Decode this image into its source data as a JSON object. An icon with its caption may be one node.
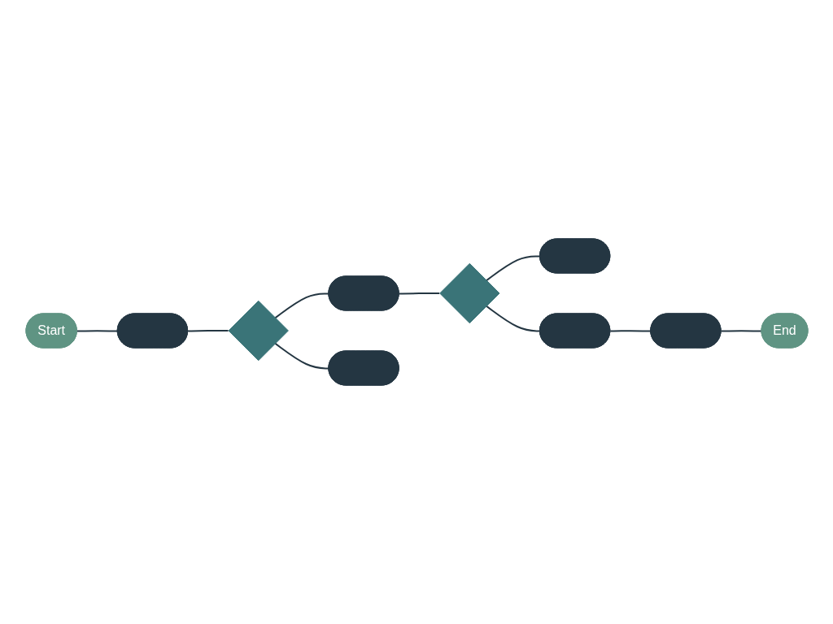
{
  "diagram": {
    "nodes": [
      {
        "text": [
          "Start"
        ]
      },
      {
        "text": [],
        "shape": "box"
      },
      {
        "text": [],
        "shape": "diamond"
      },
      {
        "text": [],
        "shape": "box"
      },
      {
        "text": [],
        "shape": "box"
      },
      {
        "text": [],
        "shape": "diamond"
      },
      {
        "text": [],
        "shape": "box"
      },
      {
        "text": [],
        "shape": "box"
      },
      {
        "text": [],
        "shape": "box"
      },
      {
        "text": [
          "End"
        ]
      }
    ],
    "edges": [
      {
        "from": 0,
        "to": 1,
        "arrow": "none"
      },
      {
        "from": 1,
        "to": 2,
        "arrow": "none"
      },
      {
        "from": 2,
        "to": 3,
        "arrow": "none"
      },
      {
        "from": 2,
        "to": 4,
        "arrow": "none"
      },
      {
        "from": 3,
        "to": 5,
        "arrow": "none"
      },
      {
        "from": 5,
        "to": 6,
        "arrow": "none"
      },
      {
        "from": 5,
        "to": 7,
        "arrow": "none"
      },
      {
        "from": 7,
        "to": 8,
        "arrow": "none"
      },
      {
        "from": 8,
        "to": 9,
        "arrow": "none"
      }
    ]
  }
}
